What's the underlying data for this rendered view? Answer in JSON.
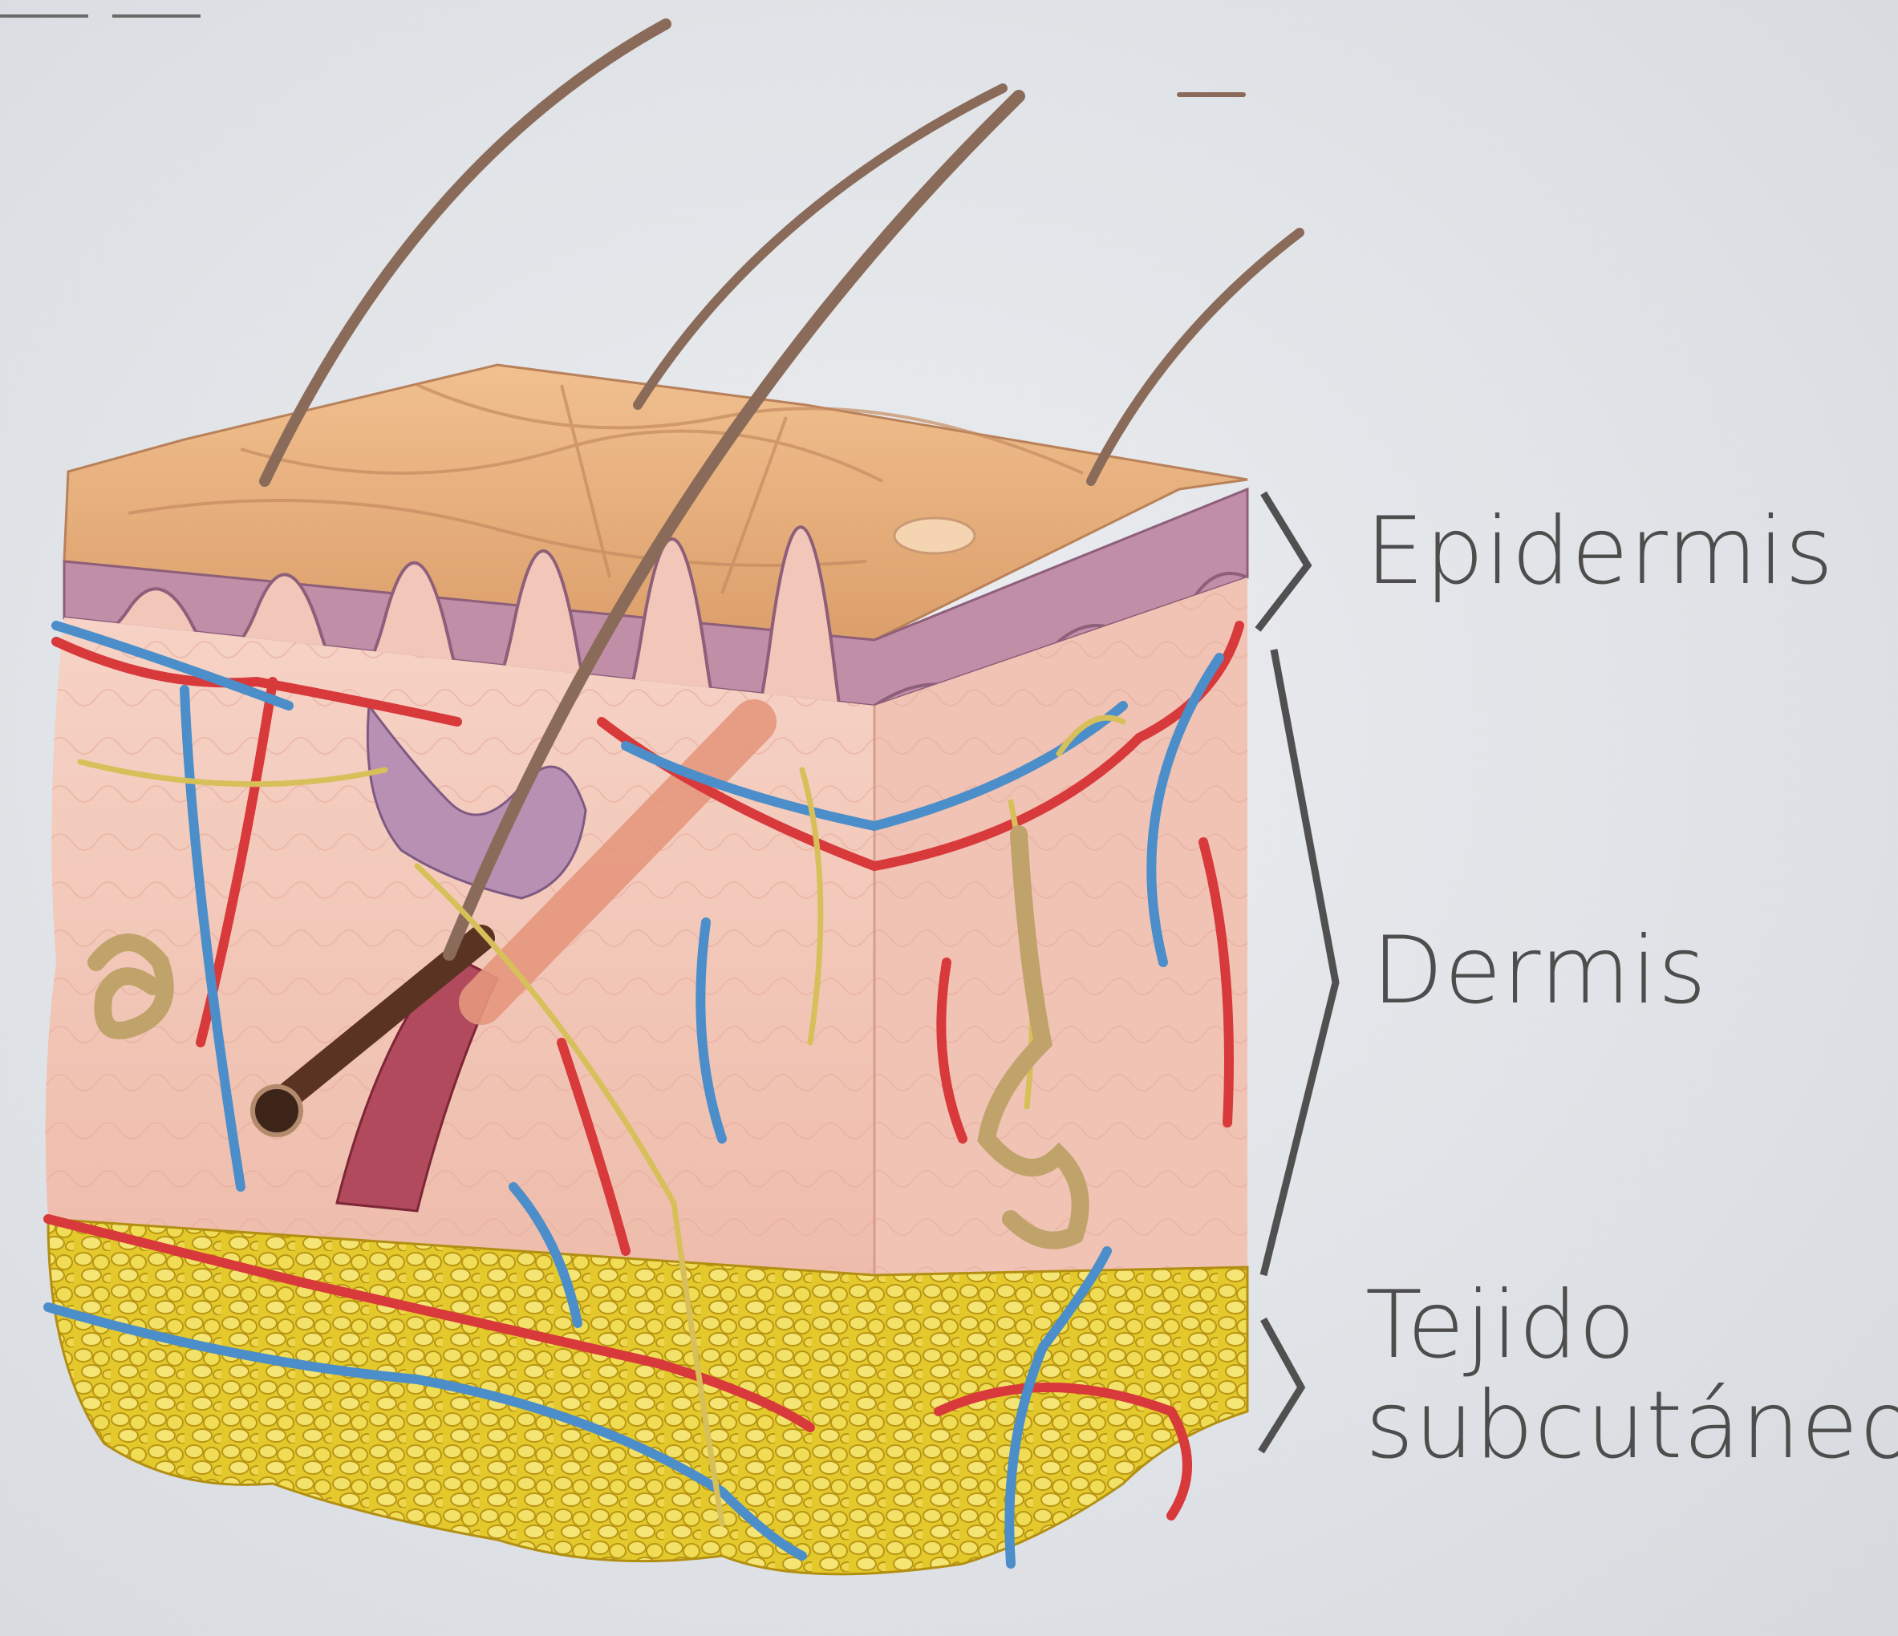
{
  "labels": {
    "epidermis": "Epidermis",
    "dermis": "Dermis",
    "subcutaneous_line1": "Tejido",
    "subcutaneous_line2": "subcutáneo"
  },
  "colors": {
    "background": "#e3e6ea",
    "label_text": "#4d4d4d",
    "bracket": "#505050",
    "epidermis_top": "#e8b07c",
    "epidermis_layer": "#b98aa6",
    "dermis": "#f2c6b8",
    "subcutaneous_fat": "#e7cc2f",
    "artery": "#d9383a",
    "vein": "#4a8ec8",
    "nerve": "#d8c25a"
  }
}
